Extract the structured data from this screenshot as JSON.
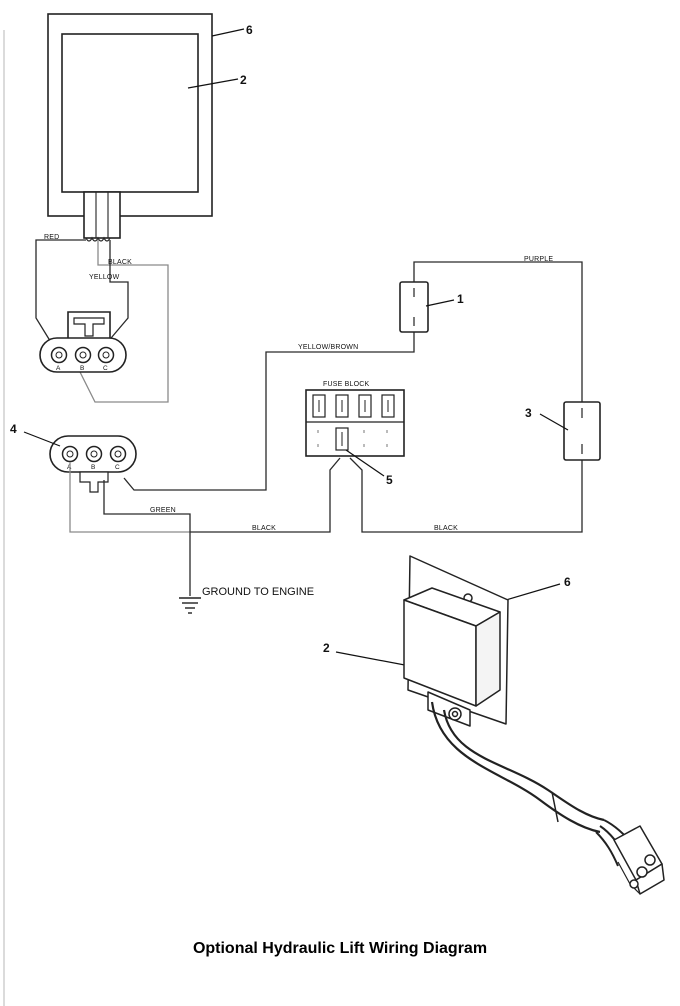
{
  "caption": "Optional Hydraulic Lift Wiring Diagram",
  "callouts": {
    "c1": "1",
    "c2_top": "2",
    "c2_bottom": "2",
    "c3": "3",
    "c4": "4",
    "c5": "5",
    "c6_top": "6",
    "c6_bottom": "6"
  },
  "wire_labels": {
    "red": "RED",
    "black_top": "BLACK",
    "yellow": "YELLOW",
    "purple": "PURPLE",
    "yellow_brown": "YELLOW/BROWN",
    "green": "GREEN",
    "black_left": "BLACK",
    "black_right": "BLACK"
  },
  "fuse_block_label": "FUSE BLOCK",
  "ground_label": "GROUND TO ENGINE",
  "connector_pins": {
    "upper": [
      "A",
      "B",
      "C"
    ],
    "lower": [
      "A",
      "B",
      "C"
    ]
  }
}
